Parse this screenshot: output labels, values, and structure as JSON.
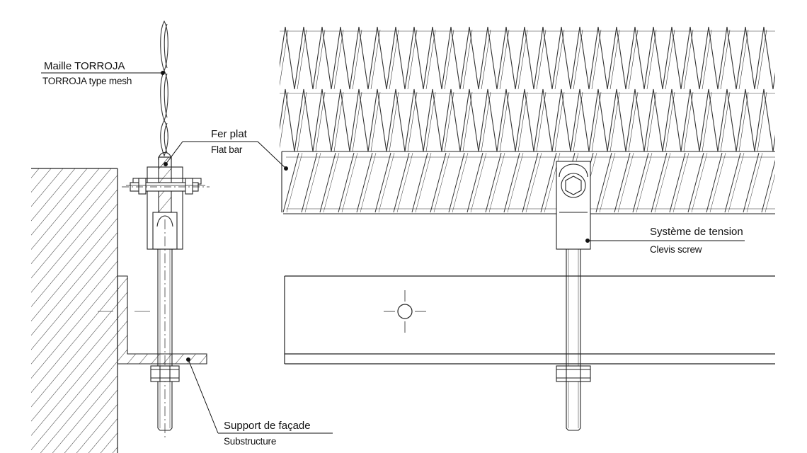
{
  "labels": {
    "mesh": {
      "fr": "Maille TORROJA",
      "en": "TORROJA type mesh"
    },
    "flat_bar": {
      "fr": "Fer plat",
      "en": "Flat bar"
    },
    "tension": {
      "fr": "Système de tension",
      "en": "Clevis screw"
    },
    "support": {
      "fr": "Support de façade",
      "en": "Substructure"
    }
  }
}
